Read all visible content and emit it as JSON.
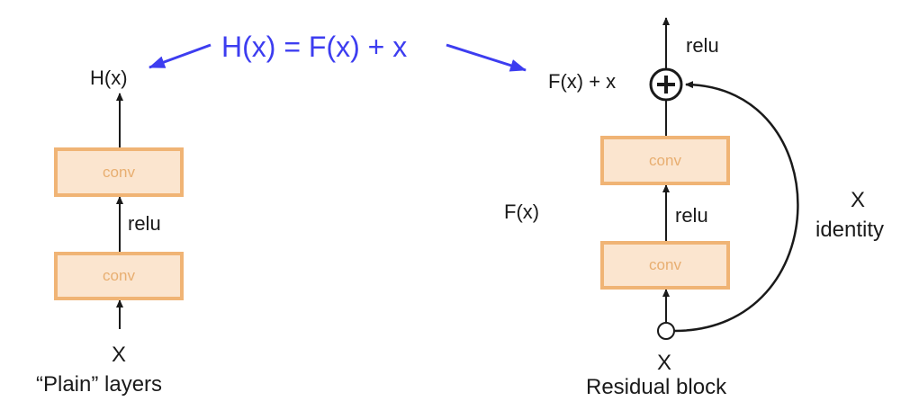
{
  "equation": "H(x) = F(x) + x",
  "colors": {
    "equation": "#3d3df0",
    "conv_fill": "#fbe5cf",
    "conv_border": "#f0b475",
    "conv_text": "#e8ae70",
    "ink": "#1a1a1a"
  },
  "plain": {
    "output_label": "H(x)",
    "conv_top": "conv",
    "conv_bottom": "conv",
    "relu": "relu",
    "input_label": "X",
    "caption": "“Plain” layers"
  },
  "residual": {
    "output_relu": "relu",
    "sum_label": "F(x) + x",
    "conv_top": "conv",
    "conv_bottom": "conv",
    "relu": "relu",
    "fx_label": "F(x)",
    "input_label": "X",
    "caption": "Residual block",
    "identity_x": "X",
    "identity_label": "identity"
  }
}
